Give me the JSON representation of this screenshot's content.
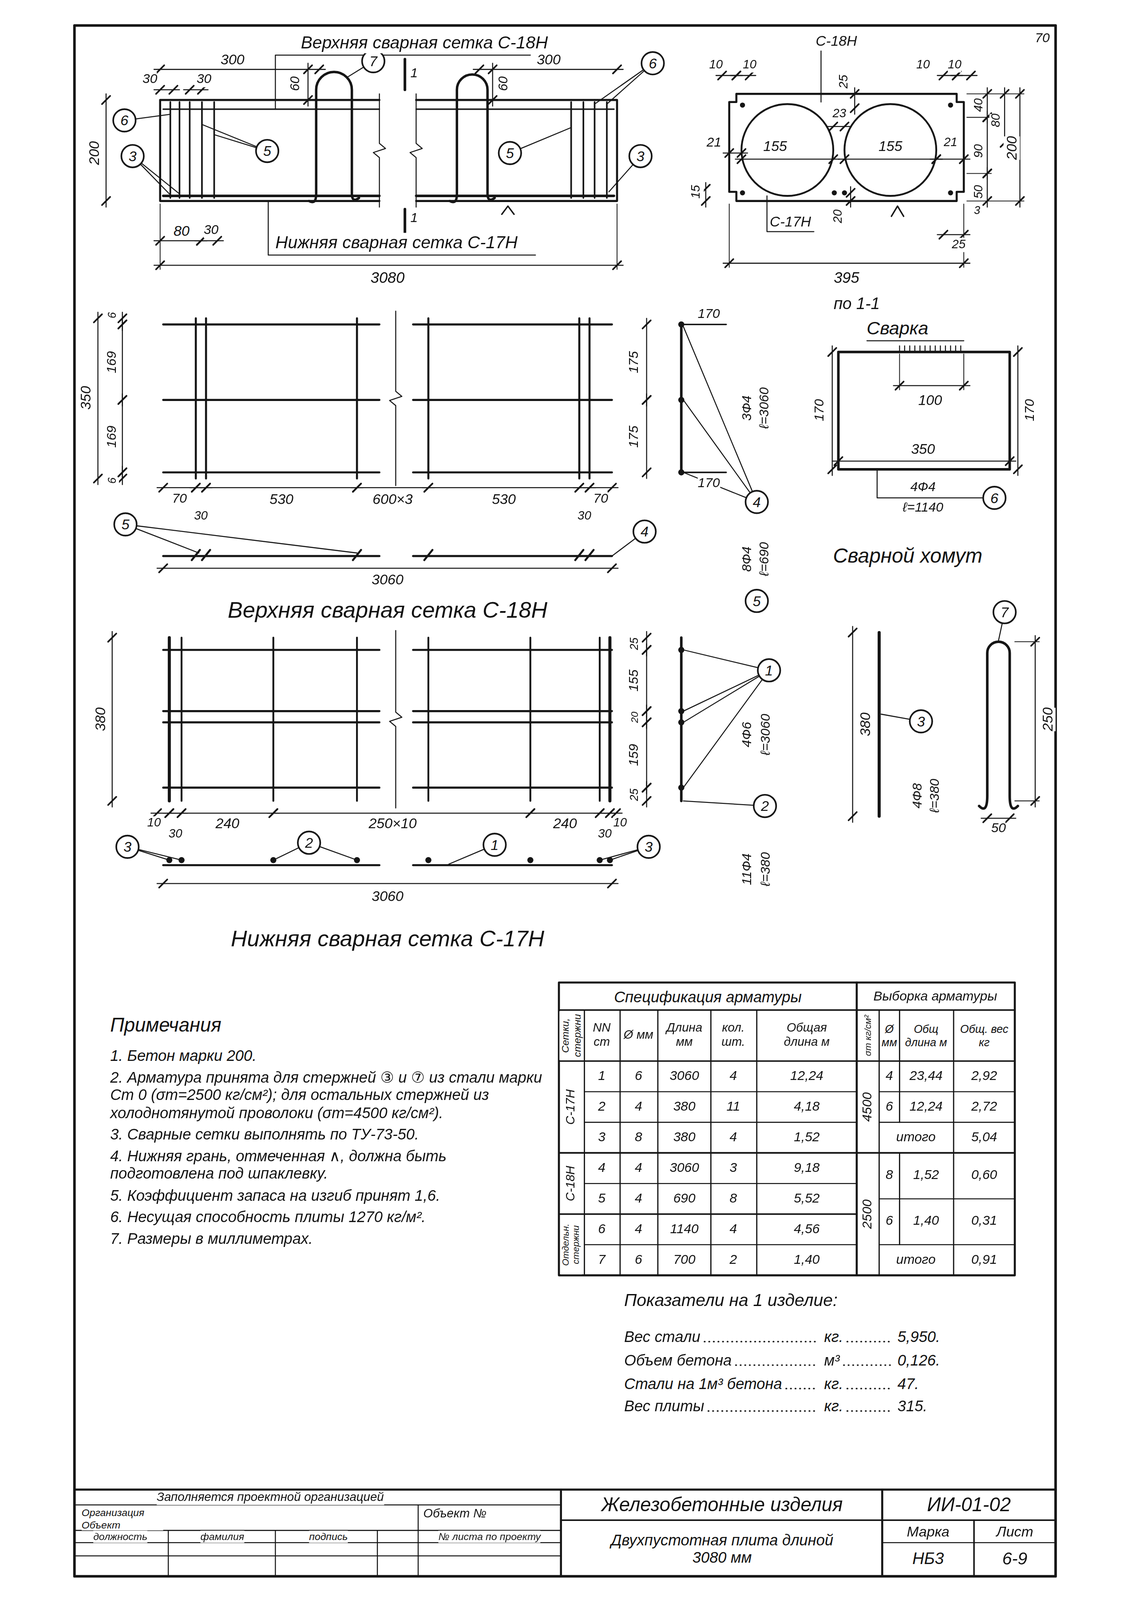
{
  "diagram": {
    "labels": [
      "Верхняя сварная сетка С-18Н",
      "300",
      "30",
      "30",
      "60",
      "7",
      "1",
      "60",
      "300",
      "6",
      "6",
      "5",
      "3",
      "200",
      "5",
      "3",
      "80",
      "30",
      "Нижняя сварная сетка С-17Н",
      "1",
      "3080",
      "С-18Н",
      "10",
      "10",
      "10",
      "10",
      "25",
      "40",
      "80",
      "21",
      "155",
      "23",
      "155",
      "21",
      "90",
      "200",
      "15",
      "50",
      "3",
      "С-17Н",
      "20",
      "25",
      "395",
      "по 1-1",
      "70",
      "6",
      "169",
      "350",
      "169",
      "6",
      "70",
      "30",
      "530",
      "600×3",
      "530",
      "30",
      "70",
      "5",
      "4",
      "3060",
      "Верхняя сварная сетка С-18Н",
      "170",
      "175",
      "175",
      "170",
      "3Ф4",
      "ℓ=3060",
      "4",
      "8Ф4",
      "ℓ=690",
      "5",
      "Сварка",
      "100",
      "170",
      "170",
      "350",
      "4Ф4",
      "ℓ=1140",
      "6",
      "Сварной хомут",
      "380",
      "25",
      "155",
      "20",
      "159",
      "25",
      "10",
      "30",
      "240",
      "250×10",
      "240",
      "30",
      "10",
      "1",
      "4Ф6",
      "ℓ=3060",
      "2",
      "11Ф4",
      "ℓ=380",
      "3",
      "2",
      "1",
      "3",
      "3060",
      "Нижняя сварная сетка С-17Н",
      "7",
      "380",
      "3",
      "4Ф8",
      "ℓ=380",
      "250",
      "50",
      "Примечания",
      "1. Бетон марки 200.",
      "2. Арматура принята для стержней ③ и ⑦ из стали марки Ст 0 (σт=2500 кг/см²); для остальных стержней из холоднотянутой проволоки (σт=4500 кг/см²).",
      "3. Сварные сетки выполнять по ТУ-73-50.",
      "4. Нижняя грань, отмеченная ∧, должна быть подготовлена под шпаклевку.",
      "5. Коэффициент запаса на изгиб принят 1,6.",
      "6. Несущая способность плиты 1270 кг/м².",
      "7. Размеры в миллиметрах.",
      "Спецификация арматуры",
      "Выборка арматуры",
      "Сетки, стержни",
      "NN ст",
      "Ø мм",
      "Длина мм",
      "кол. шт.",
      "Общая длина м",
      "σт кг/см²",
      "Ø мм",
      "Общ длина м",
      "Общ. вес кг",
      "1",
      "6",
      "3060",
      "4",
      "12,24",
      "2",
      "4",
      "380",
      "11",
      "4,18",
      "3",
      "8",
      "380",
      "4",
      "1,52",
      "4",
      "4",
      "3060",
      "3",
      "9,18",
      "5",
      "4",
      "690",
      "8",
      "5,52",
      "6",
      "4",
      "1140",
      "4",
      "4,56",
      "7",
      "6",
      "700",
      "2",
      "1,40",
      "С-17Н",
      "С-18Н",
      "Отдельн. стержни",
      "4500",
      "4",
      "23,44",
      "2,92",
      "6",
      "12,24",
      "2,72",
      "итого",
      "5,04",
      "2500",
      "8",
      "1,52",
      "0,60",
      "6",
      "1,40",
      "0,31",
      "итого",
      "0,91",
      "Показатели на 1 изделие:",
      "Вес стали",
      "кг.",
      "5,950.",
      "Объем бетона",
      "м³",
      "0,126.",
      "Стали на 1м³ бетона",
      "кг.",
      "47.",
      "Вес плиты",
      "кг.",
      "315.",
      "Заполняется проектной организацией",
      "Организация Объект",
      "Объект №",
      "должность",
      "фамилия",
      "подпись",
      "№ листа по проекту",
      "Железобетонные изделия",
      "Двухпустотная плита длиной 3080 мм",
      "ИИ-01-02",
      "Марка",
      "Лист",
      "НБ3",
      "6-9"
    ]
  }
}
